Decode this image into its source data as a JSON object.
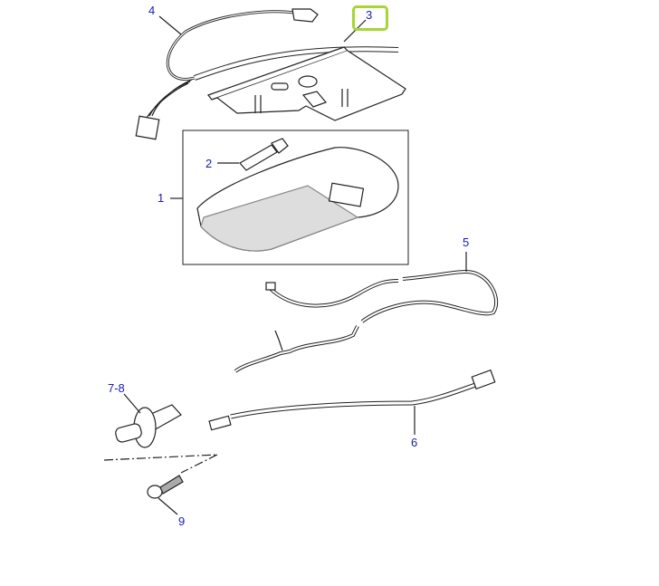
{
  "diagram": {
    "type": "exploded-parts-diagram",
    "subject": "interior roof lamp assembly",
    "colors": {
      "callout": "#1a1ab8",
      "highlight": "#a6d633",
      "line": "#222222"
    },
    "callouts": [
      {
        "id": "1",
        "label": "1",
        "part": "roof-lamp-assembly"
      },
      {
        "id": "2",
        "label": "2",
        "part": "bulb"
      },
      {
        "id": "3",
        "label": "3",
        "part": "mounting-bracket",
        "highlighted": true
      },
      {
        "id": "4",
        "label": "4",
        "part": "wiring-harness"
      },
      {
        "id": "5",
        "label": "5",
        "part": "wiring-harness-long"
      },
      {
        "id": "6",
        "label": "6",
        "part": "wiring-link-lead"
      },
      {
        "id": "7-8",
        "label": "7-8",
        "part": "door-switch"
      },
      {
        "id": "9",
        "label": "9",
        "part": "screw"
      }
    ]
  }
}
